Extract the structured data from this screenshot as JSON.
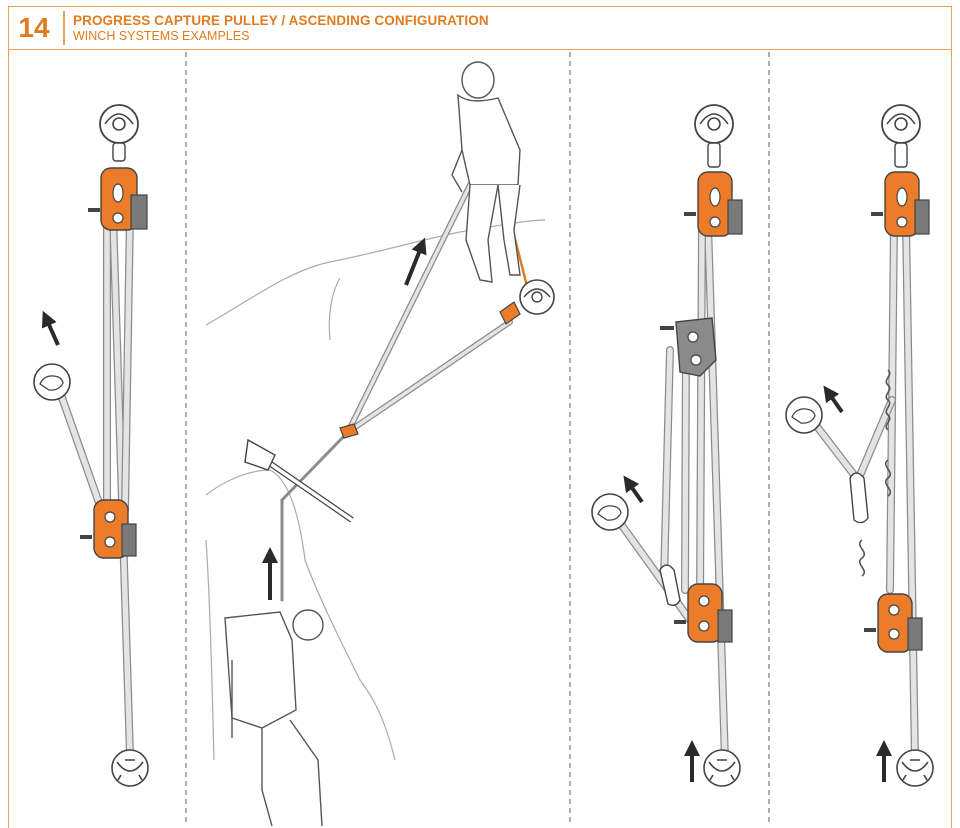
{
  "header": {
    "number": "14",
    "title": "PROGRESS CAPTURE PULLEY / ASCENDING CONFIGURATION",
    "subtitle": "WINCH SYSTEMS EXAMPLES"
  },
  "colors": {
    "accent": "#e07b1f",
    "device_orange": "#ec7c2a",
    "rope": "#dedede",
    "rope_edge": "#8c8c8c",
    "line": "#555555",
    "arrow": "#2a2a2a"
  },
  "panels": [
    {
      "id": "panel-1",
      "content": "single progress capture pulley system"
    },
    {
      "id": "panel-2",
      "content": "ascending configuration with rescuer and climber"
    },
    {
      "id": "panel-3",
      "content": "compound pulley system with second pulley"
    },
    {
      "id": "panel-4",
      "content": "system with knotted rope and carabiners"
    }
  ]
}
